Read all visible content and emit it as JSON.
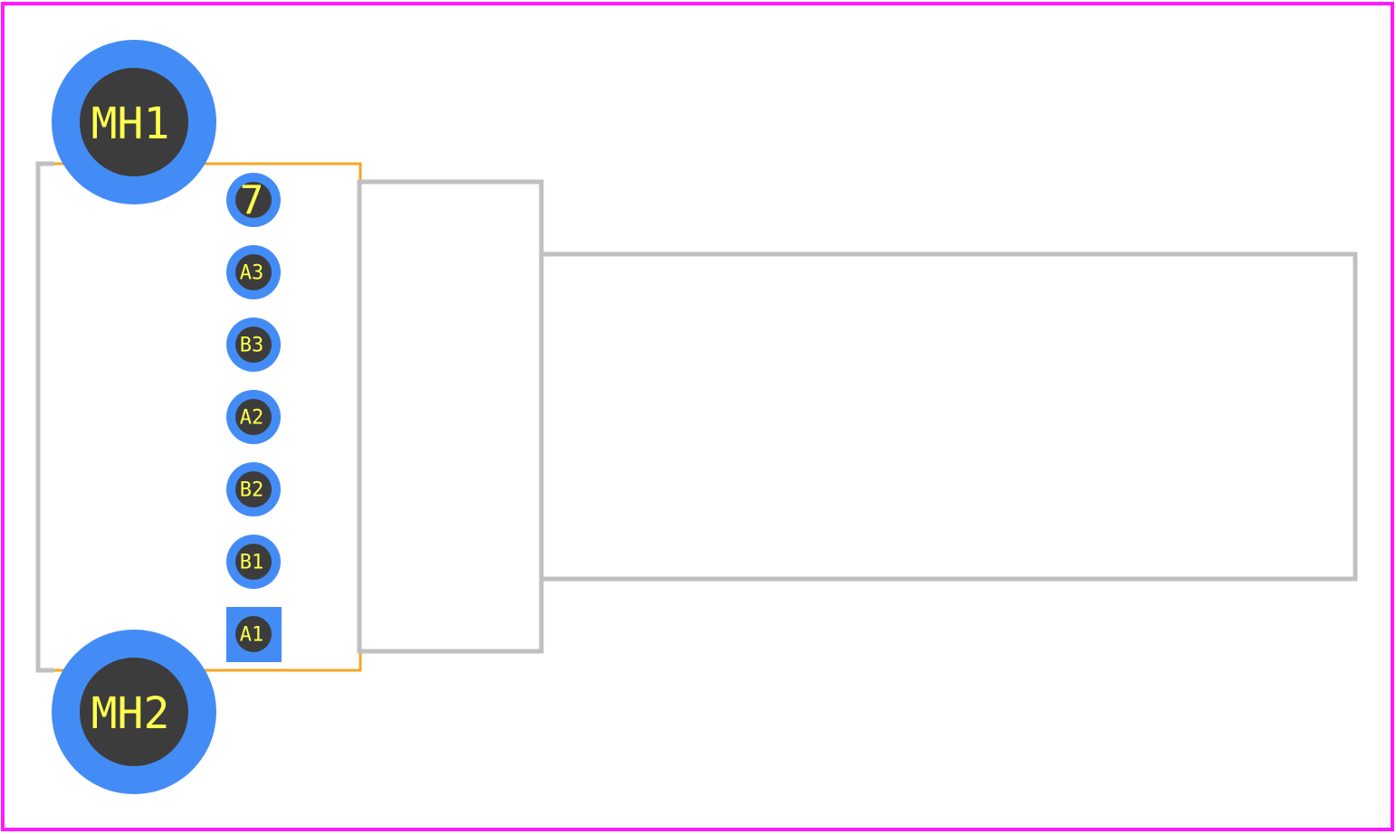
{
  "colors": {
    "background": "#ffffff",
    "boundary": "#ff19ff",
    "silkscreen": "#c0c0c0",
    "courtyard": "#f5a623",
    "copper": "#448cf5",
    "drill": "#3c3c3c",
    "label": "#ffff4d"
  },
  "mounting_holes": [
    {
      "label": "MH1"
    },
    {
      "label": "MH2"
    }
  ],
  "pads": [
    {
      "label": "7",
      "shape": "round"
    },
    {
      "label": "A3",
      "shape": "round"
    },
    {
      "label": "B3",
      "shape": "round"
    },
    {
      "label": "A2",
      "shape": "round"
    },
    {
      "label": "B2",
      "shape": "round"
    },
    {
      "label": "B1",
      "shape": "round"
    },
    {
      "label": "A1",
      "shape": "square"
    }
  ]
}
